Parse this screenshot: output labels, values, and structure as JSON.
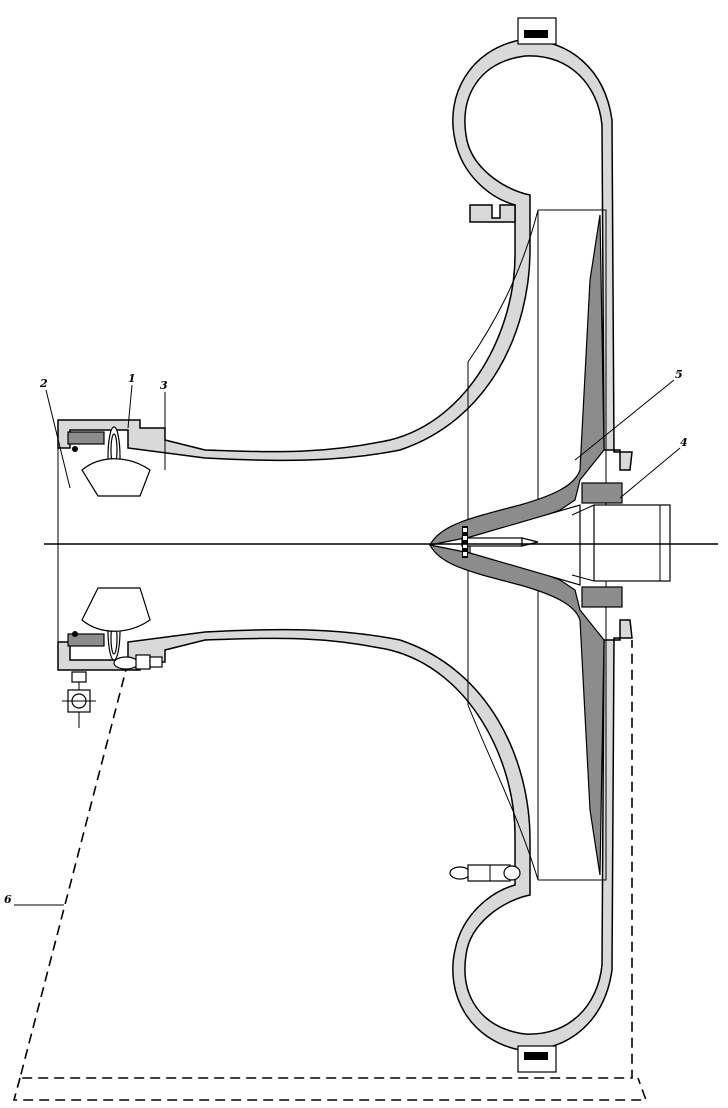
{
  "diagram": {
    "callouts": [
      {
        "id": "1",
        "label": "1"
      },
      {
        "id": "2",
        "label": "2"
      },
      {
        "id": "3",
        "label": "3"
      },
      {
        "id": "4",
        "label": "4"
      },
      {
        "id": "5",
        "label": "5"
      },
      {
        "id": "6",
        "label": "6"
      }
    ],
    "colors": {
      "housing_fill": "#d9d9d9",
      "rotor_fill": "#8c8c8c",
      "outline": "#000000",
      "background": "#ffffff"
    }
  }
}
